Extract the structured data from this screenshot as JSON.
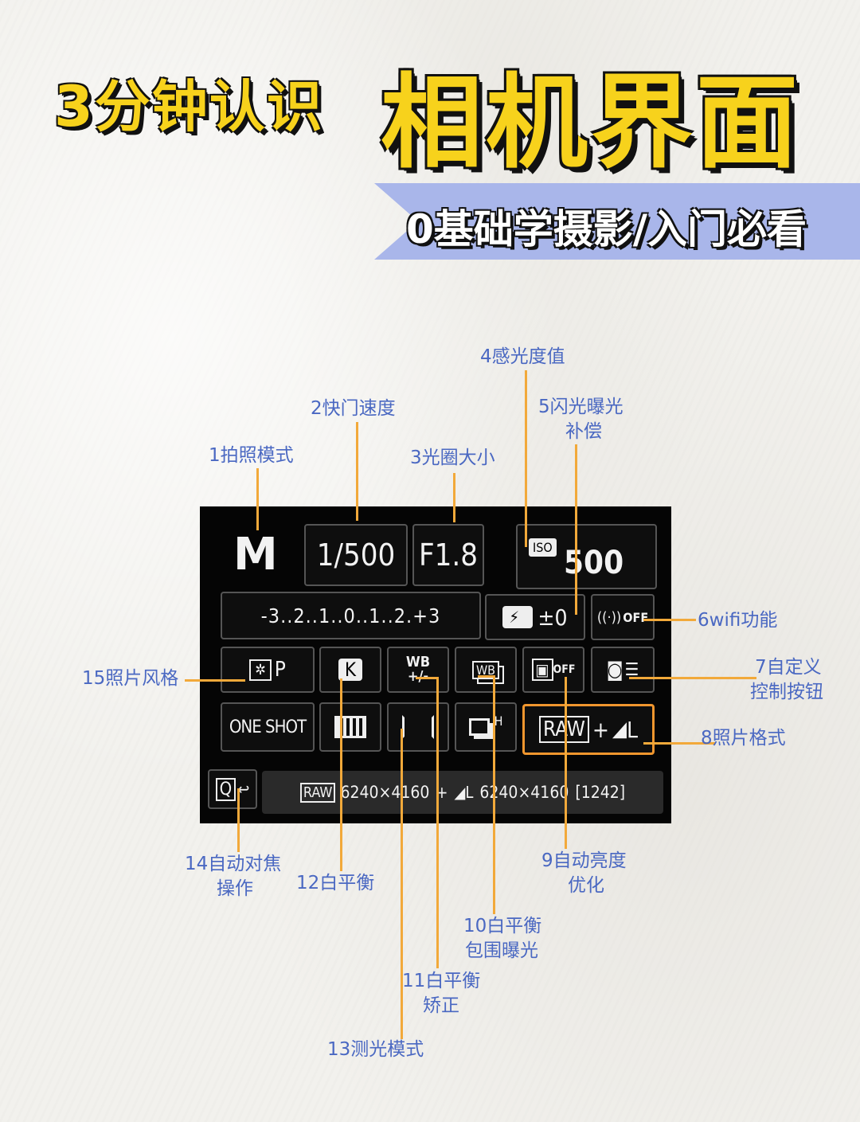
{
  "header": {
    "title_prefix": "3分钟认识",
    "title_main": "相机界面",
    "subtitle": "0基础学摄影/入门必看"
  },
  "screen": {
    "mode": "M",
    "shutter": "1/500",
    "aperture": "F1.8",
    "iso_tag": "ISO",
    "iso_value": "500",
    "exposure_scale": "-3..2..1..0..1..2.+3",
    "flash_comp": "±0",
    "wifi_state": "OFF",
    "picture_style": "P",
    "wb_icon": "K",
    "wb_shift": "WB\n+/-",
    "wb_bracket": "WB",
    "alo_state": "OFF",
    "af_mode": "ONE SHOT",
    "drive": "H",
    "quality_raw": "RAW",
    "quality_plus": "+",
    "quality_jpeg": "L",
    "q_button": "Q",
    "status_raw": "RAW",
    "status_raw_size": "6240×4160",
    "status_plus": "+",
    "status_jpeg": "L",
    "status_jpeg_size": "6240×4160",
    "status_shots": "[1242]"
  },
  "labels": {
    "l1": "1拍照模式",
    "l2": "2快门速度",
    "l3": "3光圈大小",
    "l4": "4感光度值",
    "l5a": "5闪光曝光",
    "l5b": "补偿",
    "l6": "6wifi功能",
    "l7a": "7自定义",
    "l7b": "控制按钮",
    "l8": "8照片格式",
    "l9a": "9自动亮度",
    "l9b": "优化",
    "l10a": "10白平衡",
    "l10b": "包围曝光",
    "l11a": "11白平衡",
    "l11b": "矫正",
    "l12": "12白平衡",
    "l13": "13测光模式",
    "l14a": "14自动对焦",
    "l14b": "操作",
    "l15": "15照片风格"
  },
  "colors": {
    "title_yellow": "#f7d21c",
    "banner": "#a9b6ea",
    "label_blue": "#4a68c2",
    "leader_orange": "#f2a93a",
    "highlight_orange": "#f0962e"
  }
}
